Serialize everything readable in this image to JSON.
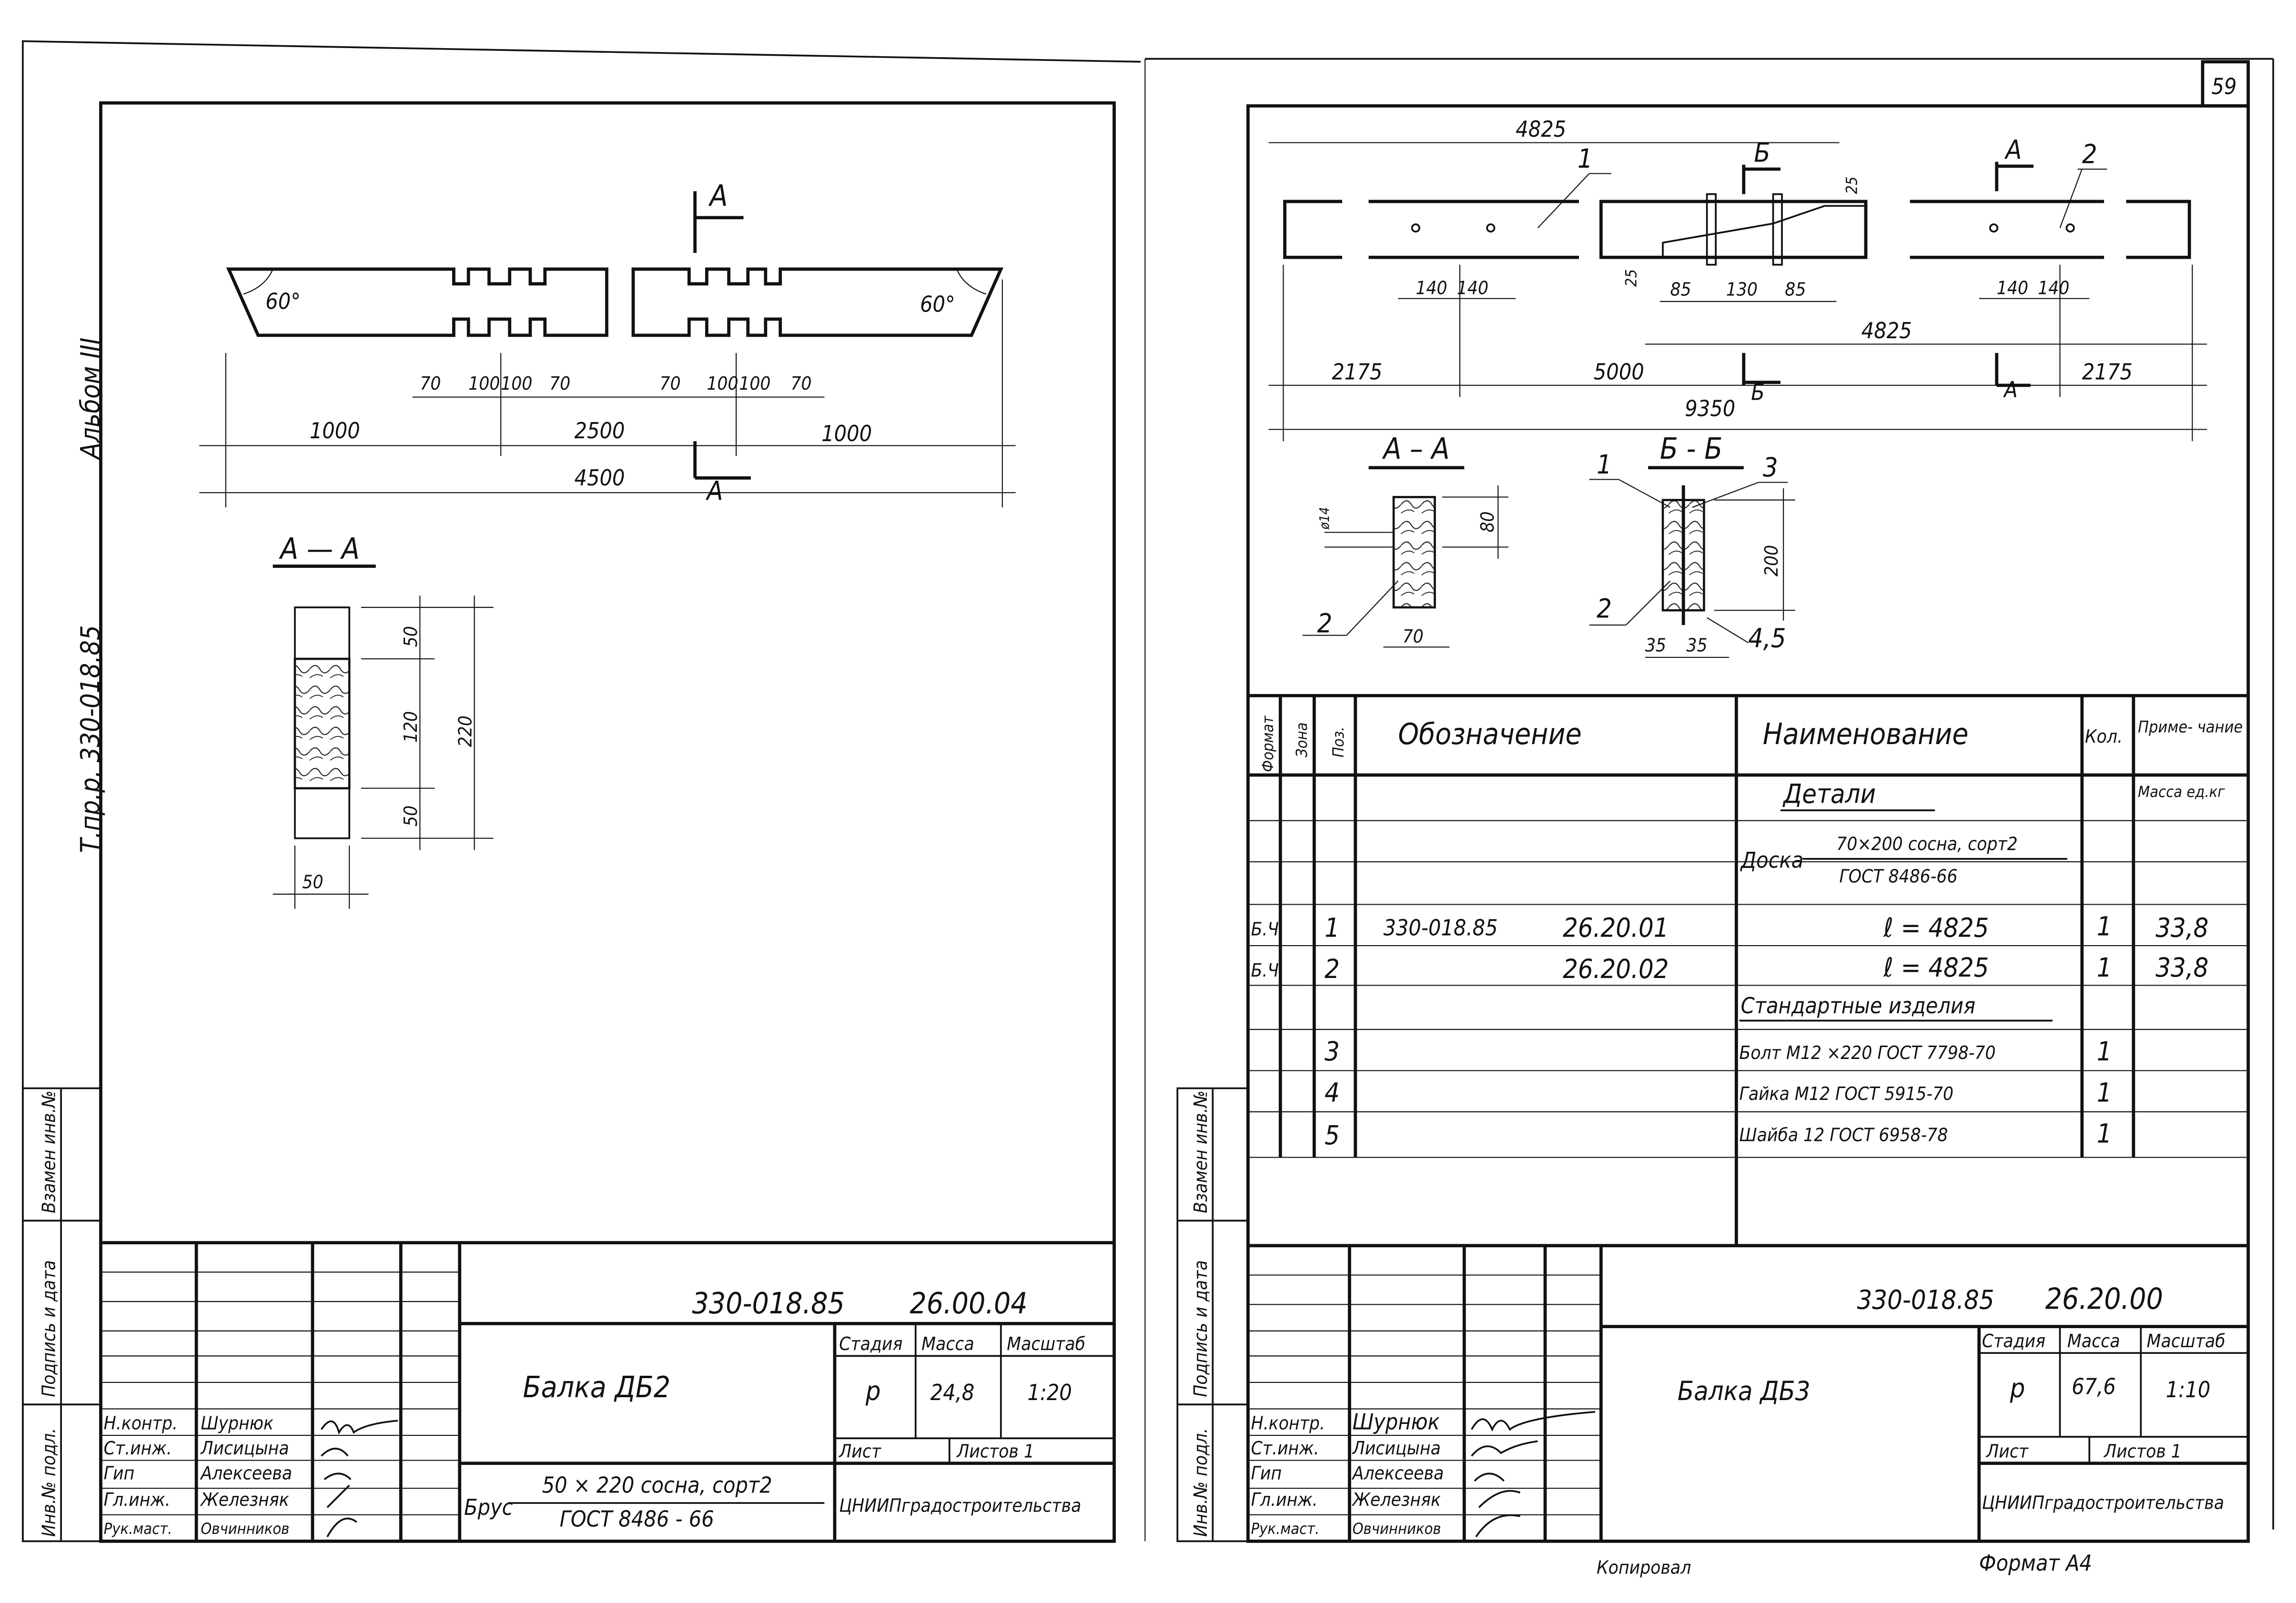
{
  "page_number": "59",
  "margin_labels": {
    "album": "Альбом III",
    "project": "Т.пр.р. 330-018.85"
  },
  "stamp_strip": {
    "inv_podl": "Инв.№ подл.",
    "podpis_data": "Подпись и дата",
    "vzamen_inv": "Взамен инв.№"
  },
  "left_sheet": {
    "drawing": {
      "angle_left": "60°",
      "angle_right": "60°",
      "section_mark": "А",
      "dims_top": [
        "70",
        "100",
        "100",
        "70",
        "70",
        "100",
        "100",
        "70"
      ],
      "dims_mid": [
        "1000",
        "2500",
        "1000"
      ],
      "dim_total": "4500",
      "section_title": "А — А",
      "section_dims": [
        "50",
        "120",
        "50",
        "220"
      ],
      "section_width": "50"
    },
    "title_block": {
      "code": "330-018.85",
      "number": "26.00.04",
      "name": "Балка ДБ2",
      "stage_label": "Стадия",
      "mass_label": "Масса",
      "scale_label": "Масштаб",
      "stage": "р",
      "mass": "24,8",
      "scale": "1:20",
      "sheet_label": "Лист",
      "sheets_label": "Листов 1",
      "material_prefix": "Брус",
      "material_top": "50 × 220 сосна, сорт2",
      "material_bottom": "ГОСТ 8486 - 66",
      "org": "ЦНИИПградостроительства",
      "signers": [
        {
          "role": "Н.контр.",
          "name": "Шурнюк"
        },
        {
          "role": "Ст.инж.",
          "name": "Лисицына"
        },
        {
          "role": "Гип",
          "name": "Алексеева"
        },
        {
          "role": "Гл.инж.",
          "name": "Железняк"
        },
        {
          "role": "Рук.маст.",
          "name": "Овчинников"
        }
      ]
    }
  },
  "right_sheet": {
    "drawing": {
      "dim_top": "4825",
      "pos1": "1",
      "pos2": "2",
      "mark_a": "А",
      "mark_b": "Б",
      "dim_25a": "25",
      "dim_25b": "25",
      "dims_140": [
        "140",
        "140",
        "140",
        "140"
      ],
      "dims_mid": [
        "85",
        "130",
        "85"
      ],
      "dim_4825b": "4825",
      "dims_bottom": [
        "2175",
        "5000",
        "2175"
      ],
      "dim_total": "9350",
      "section_aa": "А – А",
      "section_bb": "Б - Б",
      "dia": "ø14",
      "dim_80": "80",
      "dim_70": "70",
      "dim_200": "200",
      "dims_35": [
        "35",
        "35"
      ],
      "dim_45": "4,5",
      "bb_pos": [
        "1",
        "3",
        "2"
      ],
      "aa_pos": "2"
    },
    "spec_table": {
      "headers": {
        "format": "Формат",
        "zone": "Зона",
        "pos": "Поз.",
        "designation": "Обозначение",
        "name": "Наименование",
        "qty": "Кол.",
        "note": "Приме- чание"
      },
      "section_details": "Детали",
      "note_mass": "Масса ед.кг",
      "material_prefix": "Доска",
      "material_top": "70×200 сосна, сорт2",
      "material_bottom": "ГОСТ 8486-66",
      "section_standard": "Стандартные изделия",
      "rows": [
        {
          "format": "Б.Ч",
          "pos": "1",
          "code": "330-018.85",
          "number": "26.20.01",
          "name": "ℓ = 4825",
          "qty": "1",
          "note": "33,8"
        },
        {
          "format": "Б.Ч",
          "pos": "2",
          "code": "",
          "number": "26.20.02",
          "name": "ℓ = 4825",
          "qty": "1",
          "note": "33,8"
        },
        {
          "format": "",
          "pos": "3",
          "code": "",
          "number": "",
          "name": "Болт М12 ×220 ГОСТ 7798-70",
          "qty": "1",
          "note": ""
        },
        {
          "format": "",
          "pos": "4",
          "code": "",
          "number": "",
          "name": "Гайка М12  ГОСТ 5915-70",
          "qty": "1",
          "note": ""
        },
        {
          "format": "",
          "pos": "5",
          "code": "",
          "number": "",
          "name": "Шайба 12  ГОСТ 6958-78",
          "qty": "1",
          "note": ""
        }
      ]
    },
    "title_block": {
      "code": "330-018.85",
      "number": "26.20.00",
      "name": "Балка ДБ3",
      "stage_label": "Стадия",
      "mass_label": "Масса",
      "scale_label": "Масштаб",
      "stage": "р",
      "mass": "67,6",
      "scale": "1:10",
      "sheet_label": "Лист",
      "sheets_label": "Листов 1",
      "org": "ЦНИИПградостроительства",
      "signers": [
        {
          "role": "Н.контр.",
          "name": "Шурнюк"
        },
        {
          "role": "Ст.инж.",
          "name": "Лисицына"
        },
        {
          "role": "Гип",
          "name": "Алексеева"
        },
        {
          "role": "Гл.инж.",
          "name": "Железняк"
        },
        {
          "role": "Рук.маст.",
          "name": "Овчинников"
        }
      ]
    },
    "footer_copy": "Копировал",
    "footer_format": "Формат А4"
  }
}
